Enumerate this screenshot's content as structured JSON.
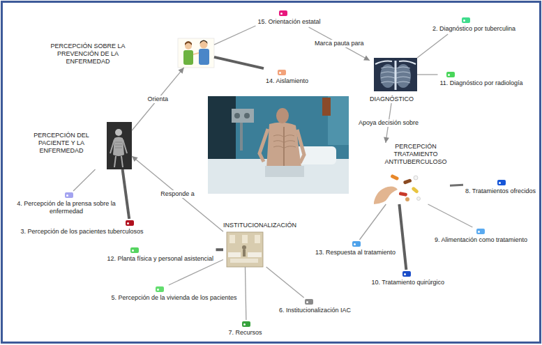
{
  "diagram": {
    "nodes": [
      {
        "text": [
          "PERCEPCIÓN SOBRE LA PREVENCIÓN DE LA ENFERMEDAD"
        ]
      },
      {
        "text": [
          "15. Orientación estatal"
        ]
      },
      {
        "text": [
          "14. Aislamiento"
        ]
      },
      {
        "text": [
          "DIAGNÓSTICO"
        ]
      },
      {
        "text": [
          "2. Diagnóstico por tuberculina"
        ]
      },
      {
        "text": [
          "11. Diagnóstico por radiología"
        ]
      },
      {
        "text": [
          "PERCEPCIÓN TRATAMIENTO ANTITUBERCULOSO"
        ]
      },
      {
        "text": [
          "8. Tratamientos ofrecidos"
        ]
      },
      {
        "text": [
          "9. Alimentación como tratamiento"
        ]
      },
      {
        "text": [
          "10. Tratamiento quirúrgico"
        ]
      },
      {
        "text": [
          "13. Respuesta al tratamiento"
        ]
      },
      {
        "text": [
          "INSTITUCIONALIZACIÓN"
        ]
      },
      {
        "text": [
          "12. Planta física y personal asistencial"
        ]
      },
      {
        "text": [
          "5. Percepción de la vivienda de los pacientes"
        ]
      },
      {
        "text": [
          "7. Recursos"
        ]
      },
      {
        "text": [
          "6. Institucionalización IAC"
        ]
      },
      {
        "text": [
          "PERCEPCIÓN DEL PACIENTE Y LA ENFERMEDAD"
        ]
      },
      {
        "text": [
          "4. Percepción de la prensa sobre la enfermedad"
        ]
      },
      {
        "text": [
          "3. Percepción de los pacientes tuberculosos"
        ]
      }
    ],
    "edges": [
      {
        "from": 0,
        "to": 1,
        "arrow": "none"
      },
      {
        "from": 1,
        "to": 3,
        "label": "Marca pauta para",
        "arrow": "to"
      },
      {
        "from": 0,
        "to": 2,
        "arrow": "none"
      },
      {
        "from": 3,
        "to": 4,
        "arrow": "none"
      },
      {
        "from": 3,
        "to": 5,
        "arrow": "none"
      },
      {
        "from": 3,
        "to": 6,
        "label": "Apoya decisión sobre",
        "arrow": "to"
      },
      {
        "from": 6,
        "to": 7,
        "arrow": "none"
      },
      {
        "from": 6,
        "to": 8,
        "arrow": "none"
      },
      {
        "from": 6,
        "to": 9,
        "arrow": "none"
      },
      {
        "from": 6,
        "to": 10,
        "arrow": "none"
      },
      {
        "from": 11,
        "to": 16,
        "label": "Responde a",
        "arrow": "to"
      },
      {
        "from": 11,
        "to": 12,
        "arrow": "none"
      },
      {
        "from": 11,
        "to": 13,
        "arrow": "none"
      },
      {
        "from": 11,
        "to": 14,
        "arrow": "none"
      },
      {
        "from": 11,
        "to": 15,
        "arrow": "none"
      },
      {
        "from": 16,
        "to": 0,
        "label": "Orienta",
        "arrow": "to"
      },
      {
        "from": 16,
        "to": 17,
        "arrow": "none"
      },
      {
        "from": 16,
        "to": 18,
        "arrow": "none"
      }
    ]
  }
}
